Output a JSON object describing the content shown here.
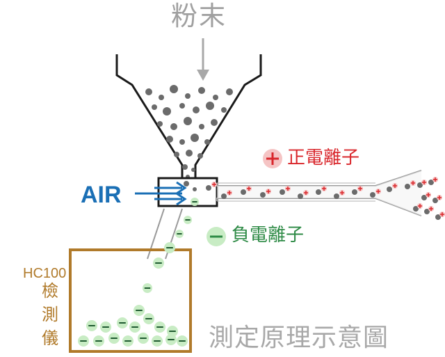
{
  "labels": {
    "powder": "粉末",
    "air": "AIR",
    "positive_ion": "正電離子",
    "negative_ion": "負電離子",
    "device_model": "HC100",
    "device_chars": [
      "檢",
      "測",
      "儀"
    ],
    "title": "測定原理示意圖"
  },
  "symbols": {
    "plus": "+",
    "minus": "—"
  },
  "colors": {
    "powder_text": "#a0a0a0",
    "air": "#1a6fb5",
    "positive": "#d9262b",
    "negative": "#2d8a45",
    "device": "#b07a2a",
    "particle_gray": "#6b6b6b",
    "ion_green_fill": "#c8ecc4",
    "ion_red_fill": "#f5c4c4"
  }
}
